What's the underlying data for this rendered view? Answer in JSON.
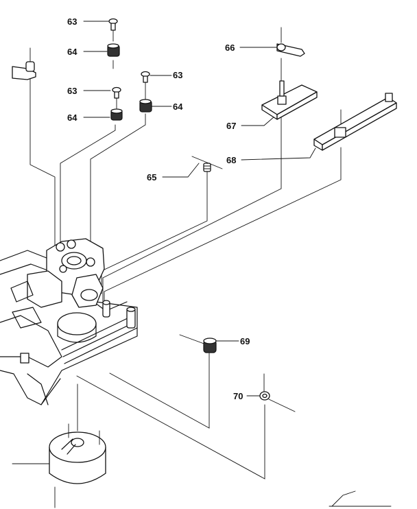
{
  "callouts": [
    {
      "id": "c1",
      "number": "63"
    },
    {
      "id": "c2",
      "number": "64"
    },
    {
      "id": "c3",
      "number": "63"
    },
    {
      "id": "c4",
      "number": "63"
    },
    {
      "id": "c5",
      "number": "64"
    },
    {
      "id": "c6",
      "number": "64"
    },
    {
      "id": "c7",
      "number": "66"
    },
    {
      "id": "c8",
      "number": "67"
    },
    {
      "id": "c9",
      "number": "68"
    },
    {
      "id": "c10",
      "number": "65"
    },
    {
      "id": "c11",
      "number": "69"
    },
    {
      "id": "c12",
      "number": "70"
    }
  ]
}
